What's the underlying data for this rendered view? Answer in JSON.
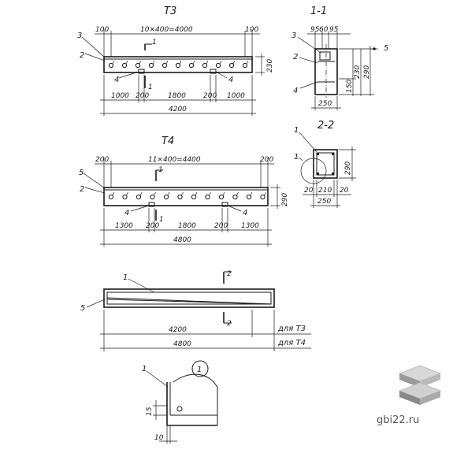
{
  "titles": {
    "t3": "Т3",
    "t4": "Т4",
    "sec11": "1-1",
    "sec22": "2-2"
  },
  "t3": {
    "top_left": "100",
    "top_main": "10×400=4000",
    "top_right": "100",
    "height": "230",
    "sec_mark": "1",
    "bottom": [
      "1000",
      "200",
      "1800",
      "200",
      "1000"
    ],
    "total": "4200",
    "callouts": [
      "3",
      "2",
      "4",
      "4"
    ]
  },
  "t4": {
    "top_left": "200",
    "top_main": "11×400=4400",
    "top_right": "200",
    "height": "290",
    "sec_mark": "1",
    "bottom": [
      "1300",
      "200",
      "1800",
      "200",
      "1300"
    ],
    "total": "4800",
    "callouts": [
      "5",
      "2",
      "4",
      "4"
    ]
  },
  "s11": {
    "top": [
      "95",
      "60",
      "95"
    ],
    "right": [
      "150",
      "230",
      "290"
    ],
    "width": "250",
    "callouts": [
      "3",
      "2",
      "4",
      "5"
    ]
  },
  "s22": {
    "height": "290",
    "bottom_parts": [
      "20",
      "210",
      "20"
    ],
    "width": "250",
    "callouts": [
      "1",
      "1"
    ]
  },
  "plan": {
    "callouts": [
      "1",
      "5"
    ],
    "sec_mark_top": "2",
    "sec_mark_bottom": "2",
    "dim_t3": "4200",
    "dim_t4": "4800",
    "for_t3": "для Т3",
    "for_t4": "для Т4"
  },
  "detail": {
    "circle": "1",
    "callout": "1",
    "dim_vertical": "15",
    "dim_horizontal": "10"
  },
  "watermark": "gbi22.ru"
}
